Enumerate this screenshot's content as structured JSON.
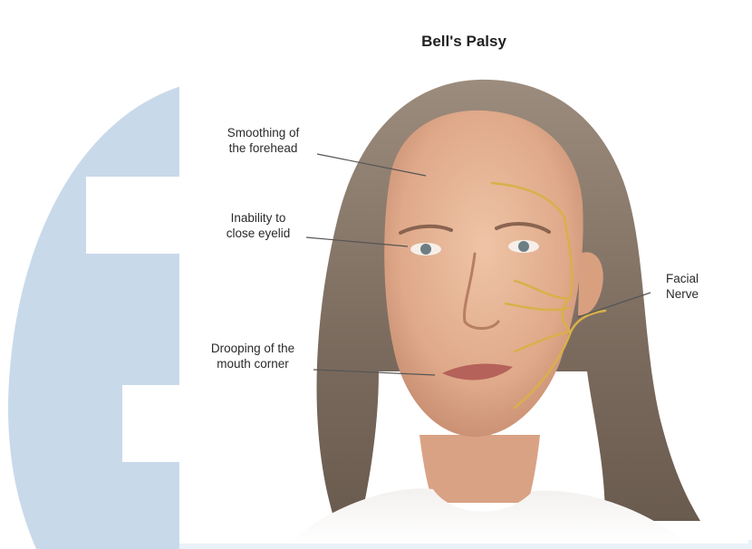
{
  "figure": {
    "title": "Bell's Palsy",
    "labels": {
      "forehead": "Smoothing of the forehead",
      "forehead_line1": "Smoothing of",
      "forehead_line2": "the forehead",
      "eyelid_line1": "Inability to",
      "eyelid_line2": "close eyelid",
      "mouth_line1": "Drooping of the",
      "mouth_line2": "mouth corner",
      "nerve_line1": "Facial",
      "nerve_line2": "Nerve"
    }
  },
  "colors": {
    "background_shape": "#c8d9ea",
    "hair": "#8a7a6c",
    "skin": "#e8b89a",
    "nerve": "#d9b04a",
    "leader_line": "#555555"
  },
  "icons": [
    "face-illustration",
    "facial-nerve-branches"
  ]
}
